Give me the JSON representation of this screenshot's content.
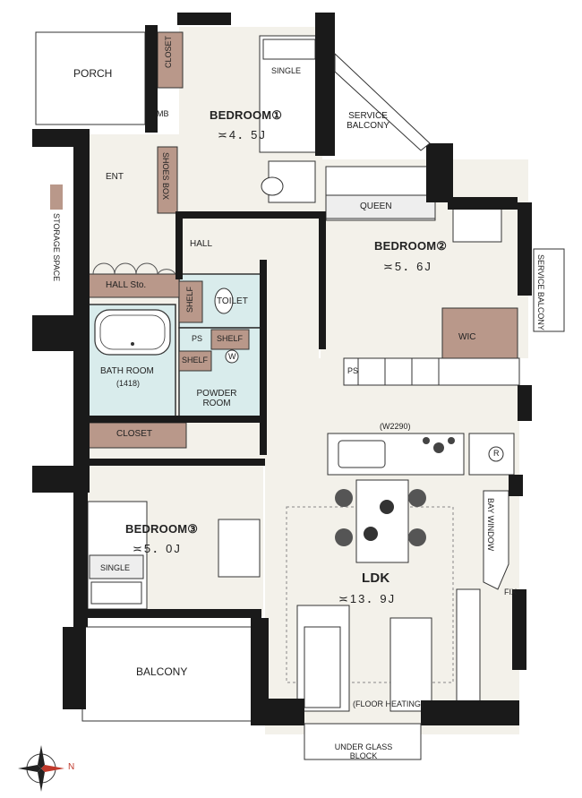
{
  "rooms": {
    "porch": "PORCH",
    "mb": "MB",
    "ent": "ENT",
    "shoes_box": "SHOES BOX",
    "closet_top": "CLOSET",
    "single_top": "SINGLE",
    "bedroom1": "BEDROOM①",
    "bedroom1_area": "≍4．5J",
    "service_balcony_top": "SERVICE BALCONY",
    "queen": "QUEEN",
    "bedroom2": "BEDROOM②",
    "bedroom2_area": "≍5．6J",
    "service_balcony_right": "SERVICE BALCONY",
    "storage_space": "STORAGE SPACE",
    "hall": "HALL",
    "hall_storage": "HALL Sto.",
    "shelf_toilet": "SHELF",
    "toilet": "TOILET",
    "ps_left": "PS",
    "shelf_top": "SHELF",
    "washer": "W",
    "shelf_mid": "SHELF",
    "bath_room": "BATH ROOM",
    "bath_size": "(1418)",
    "powder_room": "POWDER ROOM",
    "ps_right": "PS",
    "wic": "WIC",
    "kitchen_width": "(W2290)",
    "fridge": "R",
    "closet_mid": "CLOSET",
    "bedroom3": "BEDROOM③",
    "bedroom3_area": "≍5．0J",
    "single_bottom": "SINGLE",
    "bay_window": "BAY WINDOW",
    "fix": "FIX",
    "ldk": "LDK",
    "ldk_area": "≍13．9J",
    "balcony": "BALCONY",
    "floor_heating": "(FLOOR HEATING)",
    "under_glass_block": "UNDER GLASS BLOCK",
    "north": "N"
  },
  "colors": {
    "wall": "#1a1a1a",
    "floor_wood": "#f3f1ea",
    "wet_area": "#d9ecec",
    "storage": "#b9988a",
    "line": "#333333"
  }
}
